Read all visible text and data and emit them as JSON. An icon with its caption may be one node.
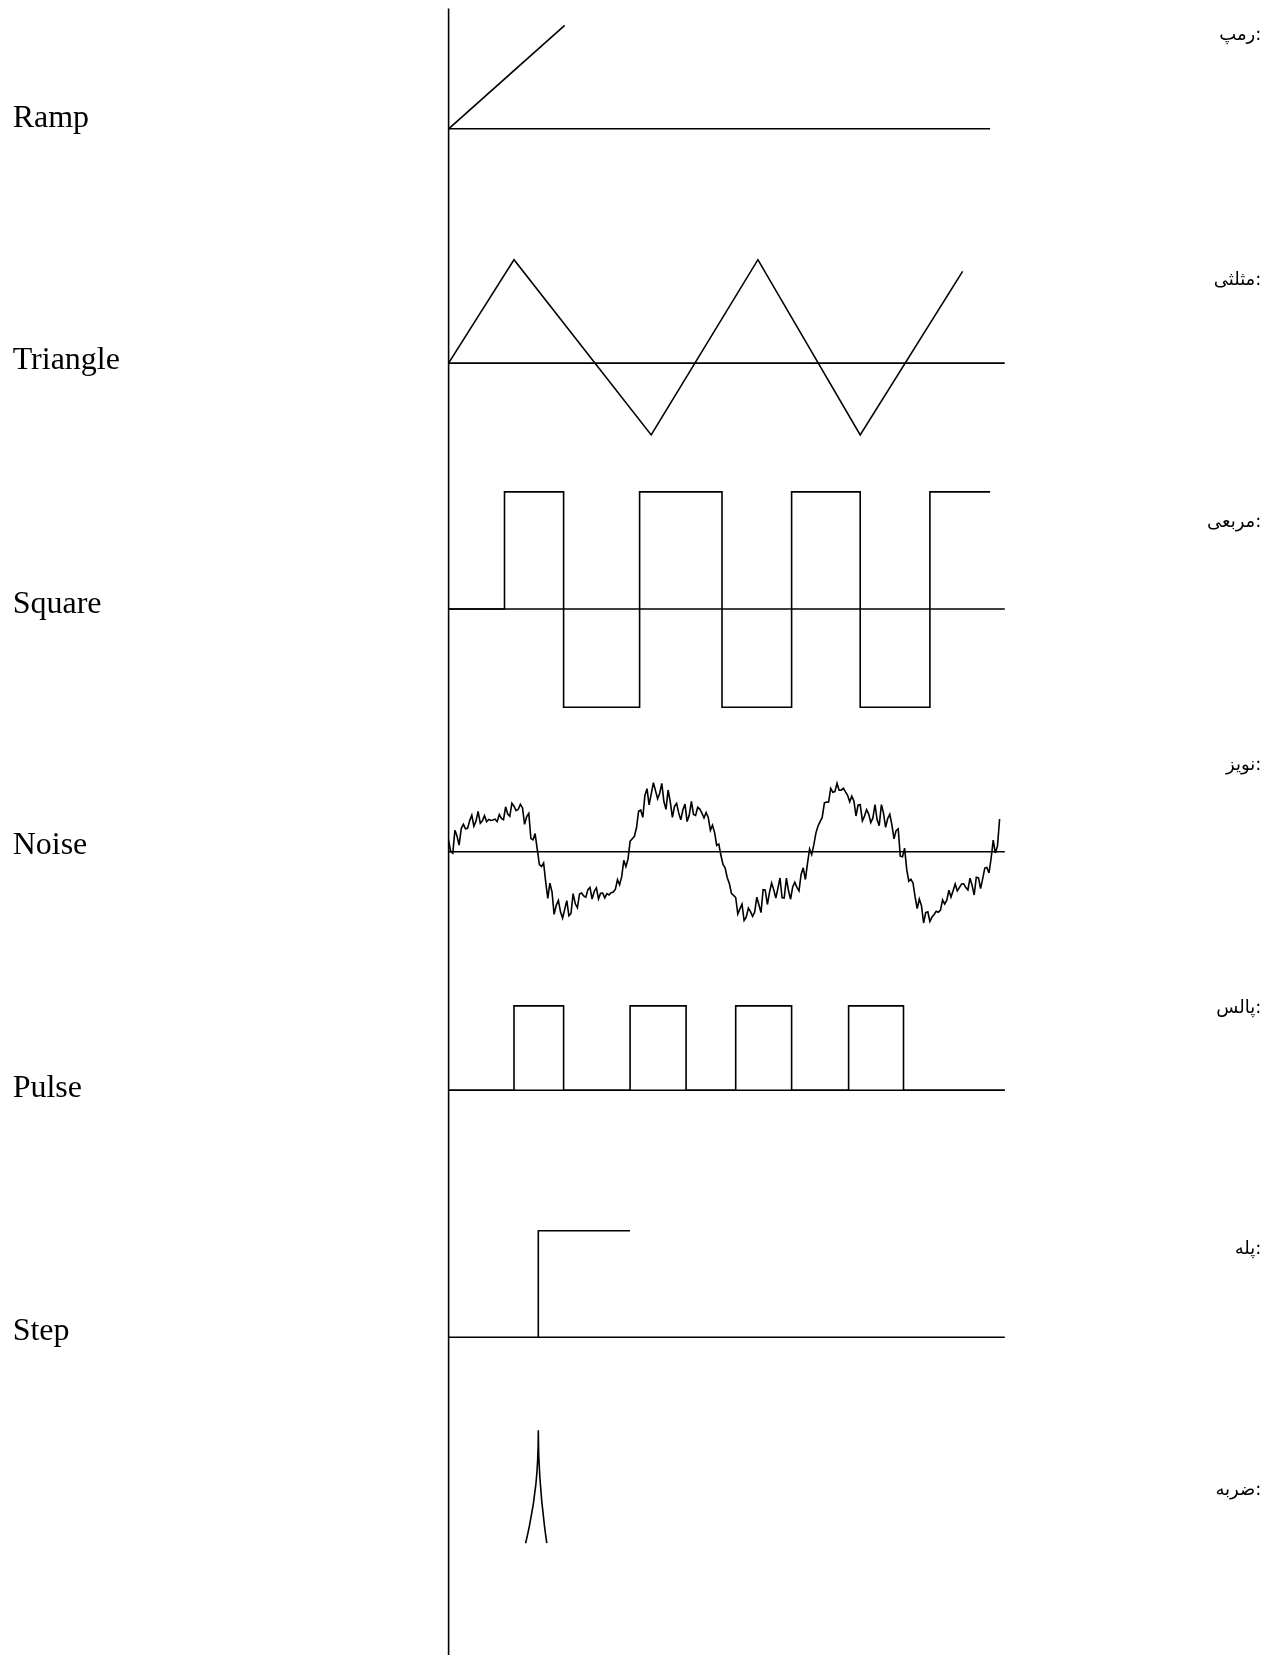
{
  "diagram": {
    "labels": [
      "رمپ:",
      "Ramp",
      "مثلثی:",
      "Triangle",
      "مربعی:",
      "Square",
      "نویز:",
      "Noise",
      "پالس:",
      "Pulse",
      "پله:",
      "Step",
      "ضربه:"
    ]
  }
}
